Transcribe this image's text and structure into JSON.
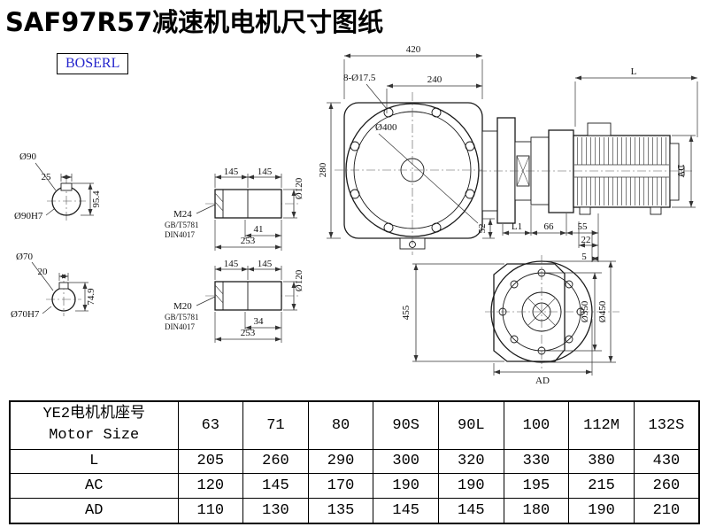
{
  "page": {
    "title": "SAF97R57减速机电机尺寸图纸",
    "brand": "BOSERL"
  },
  "drawing": {
    "front_view": {
      "dim_width": "420",
      "dim_inner": "240",
      "dim_bolt_holes": "8-Ø17.5",
      "dim_flange_dia": "Ø400",
      "dim_height": "280",
      "dim_52": "52"
    },
    "side_view": {
      "dim_L": "L",
      "dim_AC": "AC",
      "dim_L1": "L1",
      "dim_66": "66",
      "dim_55": "55",
      "dim_22": "22",
      "dim_5": "5"
    },
    "shaft_section_top": {
      "dia": "Ø90",
      "key_width": "25",
      "height": "95.4",
      "fit": "Ø90H7"
    },
    "shaft_section_bottom": {
      "dia": "Ø70",
      "key_width": "20",
      "height": "74.9",
      "fit": "Ø70H7"
    },
    "shaft_detail_top": {
      "len1": "145",
      "len2": "145",
      "dia": "Ø120",
      "thread": "M24",
      "std1": "GB/T5781",
      "std2": "DIN4017",
      "key_len": "41",
      "total_len": "253"
    },
    "shaft_detail_bottom": {
      "len1": "145",
      "len2": "145",
      "dia": "Ø120",
      "thread": "M20",
      "std1": "GB/T5781",
      "std2": "DIN4017",
      "key_len": "34",
      "total_len": "253"
    },
    "flange_view": {
      "dim_height": "455",
      "dim_bolt_circle": "Ø350",
      "dim_outer": "Ø450",
      "dim_AD": "AD"
    }
  },
  "table": {
    "header": {
      "line1": "YE2电机机座号",
      "line2": "Motor Size"
    },
    "sizes": [
      "63",
      "71",
      "80",
      "90S",
      "90L",
      "100",
      "112M",
      "132S"
    ],
    "rows": [
      {
        "label": "L",
        "values": [
          "205",
          "260",
          "290",
          "300",
          "320",
          "330",
          "380",
          "430"
        ]
      },
      {
        "label": "AC",
        "values": [
          "120",
          "145",
          "170",
          "190",
          "190",
          "195",
          "215",
          "260"
        ]
      },
      {
        "label": "AD",
        "values": [
          "110",
          "130",
          "135",
          "145",
          "145",
          "180",
          "190",
          "210"
        ]
      }
    ]
  }
}
